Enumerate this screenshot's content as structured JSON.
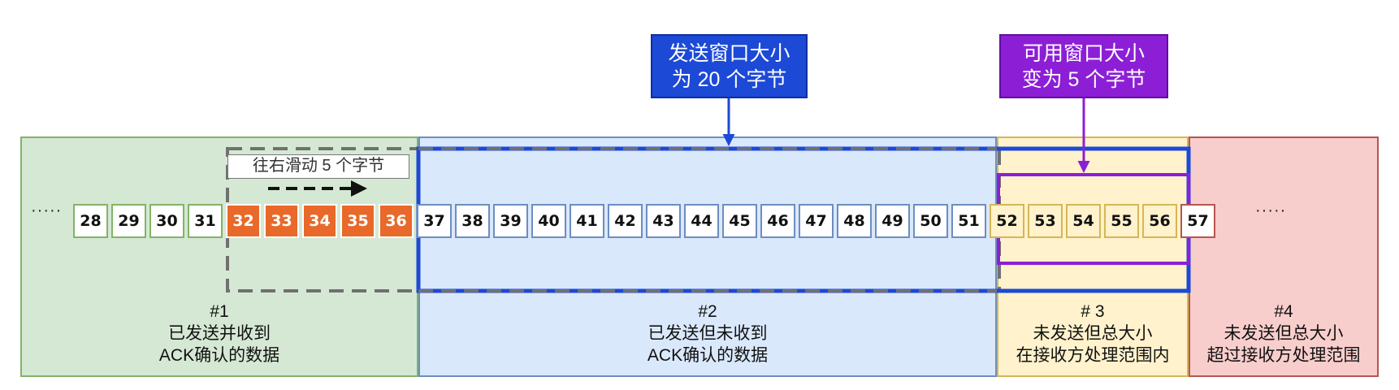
{
  "window_callout": {
    "line1": "发送窗口大小",
    "line2": "为 20 个字节",
    "color": "#1c49d6"
  },
  "usable_callout": {
    "line1": "可用窗口大小",
    "line2": "变为 5 个字节",
    "color": "#8c1fd6"
  },
  "slide_label": "往右滑动 5  个字节",
  "zones": [
    {
      "id": "1",
      "line1": "#1",
      "line2": "已发送并收到",
      "line3": "ACK确认的数据",
      "fill": "#d5e8d4",
      "stroke": "#82b366"
    },
    {
      "id": "2",
      "line1": "#2",
      "line2": "已发送但未收到",
      "line3": "ACK确认的数据",
      "fill": "#dae8fc",
      "stroke": "#6c8ebf"
    },
    {
      "id": "3",
      "line1": "# 3",
      "line2": "未发送但总大小",
      "line3": "在接收方处理范围内",
      "fill": "#fff2cc",
      "stroke": "#d6b656"
    },
    {
      "id": "4",
      "line1": "#4",
      "line2": "未发送但总大小",
      "line3": "超过接收方处理范围",
      "fill": "#f8cecc",
      "stroke": "#b85450"
    }
  ],
  "ellipsis_left": "·····",
  "ellipsis_right": "·····",
  "cells": [
    {
      "label": "28",
      "kind": "acked"
    },
    {
      "label": "29",
      "kind": "acked"
    },
    {
      "label": "30",
      "kind": "acked"
    },
    {
      "label": "31",
      "kind": "acked"
    },
    {
      "label": "32",
      "kind": "slid"
    },
    {
      "label": "33",
      "kind": "slid"
    },
    {
      "label": "34",
      "kind": "slid"
    },
    {
      "label": "35",
      "kind": "slid"
    },
    {
      "label": "36",
      "kind": "slid"
    },
    {
      "label": "37",
      "kind": "sent"
    },
    {
      "label": "38",
      "kind": "sent"
    },
    {
      "label": "39",
      "kind": "sent"
    },
    {
      "label": "40",
      "kind": "sent"
    },
    {
      "label": "41",
      "kind": "sent"
    },
    {
      "label": "42",
      "kind": "sent"
    },
    {
      "label": "43",
      "kind": "sent"
    },
    {
      "label": "44",
      "kind": "sent"
    },
    {
      "label": "45",
      "kind": "sent"
    },
    {
      "label": "46",
      "kind": "sent"
    },
    {
      "label": "47",
      "kind": "sent"
    },
    {
      "label": "48",
      "kind": "sent"
    },
    {
      "label": "49",
      "kind": "sent"
    },
    {
      "label": "50",
      "kind": "sent"
    },
    {
      "label": "51",
      "kind": "sent"
    },
    {
      "label": "52",
      "kind": "usable"
    },
    {
      "label": "53",
      "kind": "usable"
    },
    {
      "label": "54",
      "kind": "usable"
    },
    {
      "label": "55",
      "kind": "usable"
    },
    {
      "label": "56",
      "kind": "usable"
    },
    {
      "label": "57",
      "kind": "beyond"
    }
  ],
  "colors": {
    "acked": {
      "fill": "#ffffff",
      "stroke": "#82b366",
      "text": "#111111"
    },
    "slid": {
      "fill": "#e8692a",
      "stroke": "#ffffff",
      "text": "#ffffff"
    },
    "sent": {
      "fill": "#ffffff",
      "stroke": "#6c8ebf",
      "text": "#111111"
    },
    "usable": {
      "fill": "#fff2cc",
      "stroke": "#d6b656",
      "text": "#111111"
    },
    "beyond": {
      "fill": "#ffffff",
      "stroke": "#b85450",
      "text": "#111111"
    },
    "send_window": "#1c49d6",
    "usable_window": "#8c1fd6",
    "slide_dashed": "#707070"
  }
}
